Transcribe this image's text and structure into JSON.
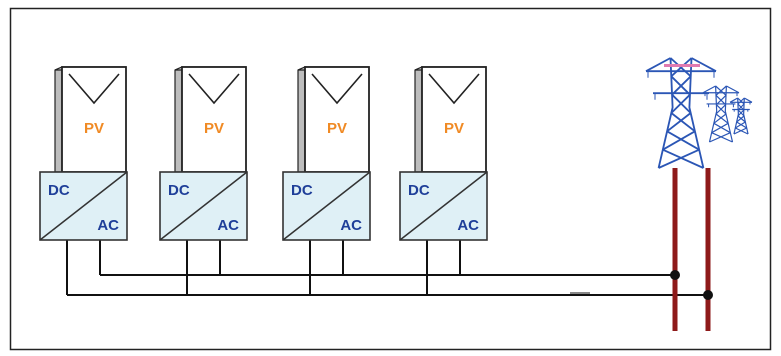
{
  "colors": {
    "frame": "#222222",
    "pv_label": "#f08a24",
    "converter_fill": "#dff0f6",
    "converter_text": "#1f3f99",
    "wire": "#111111",
    "grid_line": "#8e1a1a",
    "tower": "#2b56b5"
  },
  "units": [
    {
      "pv_label": "PV",
      "dc_label": "DC",
      "ac_label": "AC"
    },
    {
      "pv_label": "PV",
      "dc_label": "DC",
      "ac_label": "AC"
    },
    {
      "pv_label": "PV",
      "dc_label": "DC",
      "ac_label": "AC"
    },
    {
      "pv_label": "PV",
      "dc_label": "DC",
      "ac_label": "AC"
    }
  ],
  "icons": {
    "panel": "pv-panel-icon",
    "converter": "dc-ac-converter-icon",
    "tower_large": "transmission-tower-icon",
    "tower_small": "transmission-tower-icon"
  }
}
